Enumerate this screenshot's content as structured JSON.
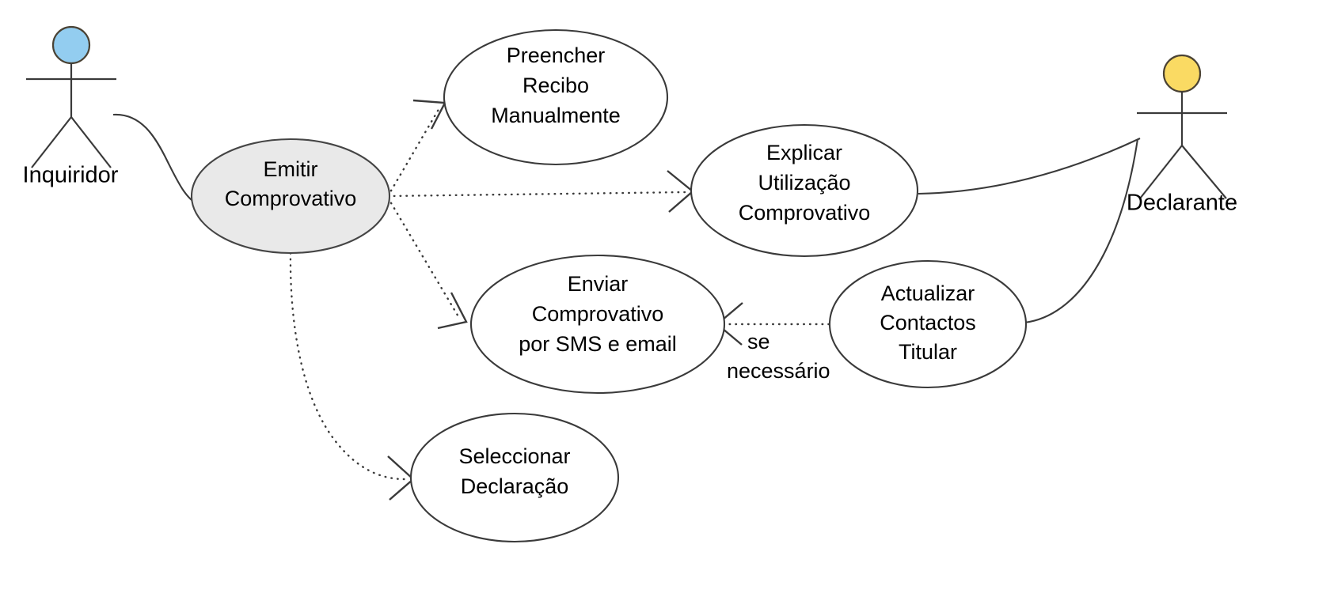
{
  "diagram": {
    "type": "uml-use-case-diagram",
    "language": "pt-PT",
    "background_color": "#ffffff",
    "line_color": "#3a3a3a"
  },
  "actors": [
    {
      "id": "inquiridor",
      "label": "Inquiridor",
      "head_color": "#93cdf0",
      "side": "left"
    },
    {
      "id": "declarante",
      "label": "Declarante",
      "head_color": "#fada63",
      "side": "right"
    }
  ],
  "use_cases": [
    {
      "id": "emitir-comprovativo",
      "lines": [
        "Emitir",
        "Comprovativo"
      ],
      "fill": "#e9e9e9",
      "highlighted": true
    },
    {
      "id": "preencher-recibo-manualmente",
      "lines": [
        "Preencher",
        "Recibo",
        "Manualmente"
      ],
      "fill": "#ffffff",
      "highlighted": false
    },
    {
      "id": "explicar-utilizacao-comprovativo",
      "lines": [
        "Explicar",
        "Utilização",
        "Comprovativo"
      ],
      "fill": "#ffffff",
      "highlighted": false
    },
    {
      "id": "enviar-comprovativo-sms-email",
      "lines": [
        "Enviar",
        "Comprovativo",
        "por SMS e email"
      ],
      "fill": "#ffffff",
      "highlighted": false
    },
    {
      "id": "actualizar-contactos-titular",
      "lines": [
        "Actualizar",
        "Contactos",
        "Titular"
      ],
      "fill": "#ffffff",
      "highlighted": false
    },
    {
      "id": "seleccionar-declaracao",
      "lines": [
        "Seleccionar",
        "Declaração"
      ],
      "fill": "#ffffff",
      "highlighted": false
    }
  ],
  "edge_labels": [
    {
      "id": "se-necessario",
      "lines": [
        "se",
        "necessário"
      ],
      "from": "actualizar-contactos-titular",
      "to": "enviar-comprovativo-sms-email"
    }
  ],
  "relationships": [
    {
      "id": "assoc-inquiridor-emitir",
      "style": "association",
      "from": "inquiridor",
      "to": "emitir-comprovativo"
    },
    {
      "id": "dep-emitir-preencher",
      "style": "dependency",
      "from": "emitir-comprovativo",
      "to": "preencher-recibo-manualmente"
    },
    {
      "id": "dep-emitir-explicar",
      "style": "dependency",
      "from": "emitir-comprovativo",
      "to": "explicar-utilizacao-comprovativo"
    },
    {
      "id": "dep-emitir-enviar",
      "style": "dependency",
      "from": "emitir-comprovativo",
      "to": "enviar-comprovativo-sms-email"
    },
    {
      "id": "dep-emitir-seleccionar",
      "style": "dependency",
      "from": "emitir-comprovativo",
      "to": "seleccionar-declaracao"
    },
    {
      "id": "dep-actualizar-enviar",
      "style": "dependency",
      "from": "actualizar-contactos-titular",
      "to": "enviar-comprovativo-sms-email"
    },
    {
      "id": "assoc-declarante-explicar",
      "style": "association",
      "from": "declarante",
      "to": "explicar-utilizacao-comprovativo"
    },
    {
      "id": "assoc-declarante-actualizar",
      "style": "association",
      "from": "declarante",
      "to": "actualizar-contactos-titular"
    }
  ]
}
